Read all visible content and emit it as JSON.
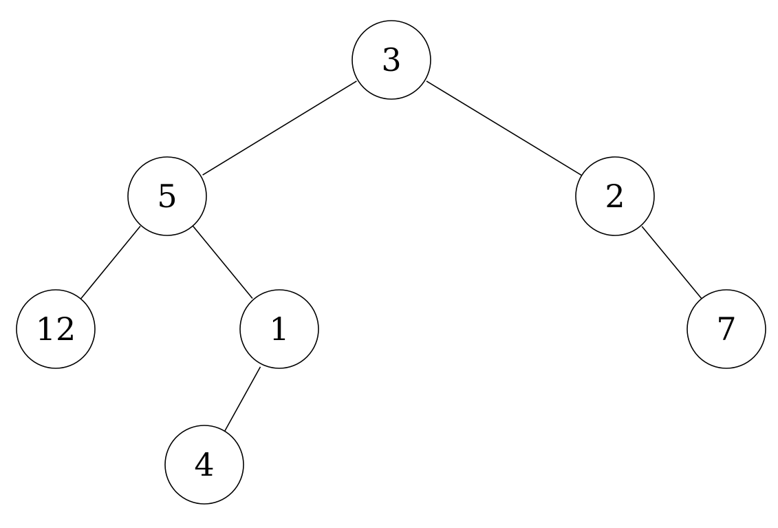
{
  "tree": {
    "nodes": [
      {
        "id": "n3",
        "label": "3"
      },
      {
        "id": "n5",
        "label": "5"
      },
      {
        "id": "n2",
        "label": "2"
      },
      {
        "id": "n12",
        "label": "12"
      },
      {
        "id": "n1",
        "label": "1"
      },
      {
        "id": "n7",
        "label": "7"
      },
      {
        "id": "n4",
        "label": "4"
      }
    ],
    "edges": [
      {
        "from": "n3",
        "to": "n5"
      },
      {
        "from": "n3",
        "to": "n2"
      },
      {
        "from": "n5",
        "to": "n12"
      },
      {
        "from": "n5",
        "to": "n1"
      },
      {
        "from": "n2",
        "to": "n7"
      },
      {
        "from": "n1",
        "to": "n4"
      }
    ]
  }
}
